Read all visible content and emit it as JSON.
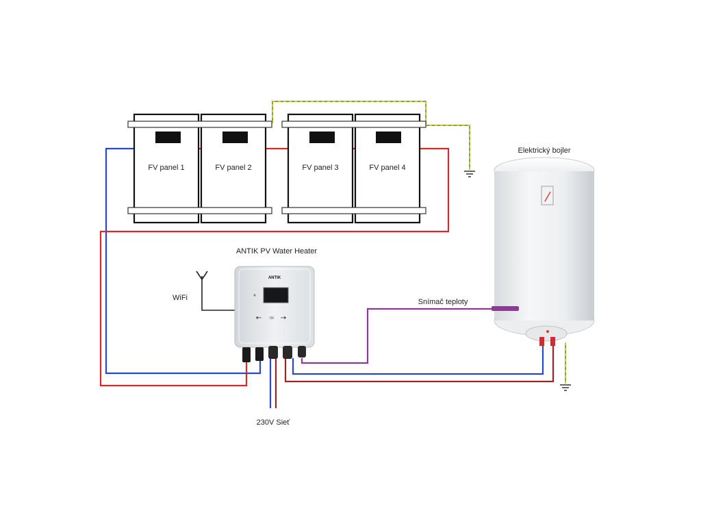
{
  "panels": [
    {
      "label": "FV panel 1"
    },
    {
      "label": "FV panel 2"
    },
    {
      "label": "FV panel 3"
    },
    {
      "label": "FV panel 4"
    }
  ],
  "controller": {
    "title": "ANTIK PV Water Heater",
    "brand": "ANTIK",
    "ok_label": "OK"
  },
  "wifi_label": "WiFi",
  "boiler_label": "Elektrický bojler",
  "sensor_label": "Snímač teploty",
  "mains_label": "230V Sieť",
  "colors": {
    "dc_positive": "#d42a2a",
    "dc_negative": "#2848c8",
    "sensor": "#8c3a94",
    "ground": "#7fa83a",
    "ground_alt": "#d7c234",
    "mains_l": "#2848c8",
    "mains_n": "#9a2525"
  }
}
